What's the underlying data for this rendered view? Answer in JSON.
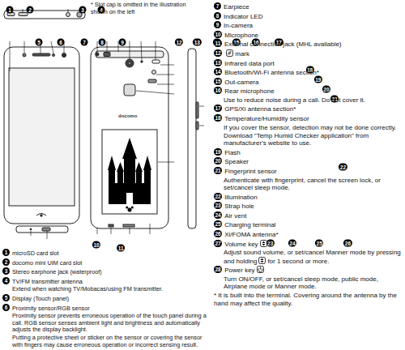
{
  "diagram": {
    "labels": [
      "* Slot cap is omitted in the illustration shown on the left",
      "1",
      "2",
      "3",
      "4",
      "5",
      "6",
      "7",
      "8",
      "9",
      "10",
      "11",
      "12",
      "13",
      "14",
      "15",
      "16",
      "17",
      "18",
      "19",
      "20",
      "21",
      "22",
      "23",
      "24",
      "25",
      "26",
      "27",
      "28",
      "1",
      "microSD card slot",
      "2",
      "docomo mini UIM card slot",
      "3",
      "Stereo earphone jack (waterproof)",
      "4",
      "TV/FM transmitter antenna",
      "Extend when watching TV/Mobacas/using FM transmitter.",
      "5",
      "Display (Touch panel)",
      "6",
      "Proximity sensor/RGB sensor",
      "Proximity sensor prevents erroneous operation of the touch panel during a call. RGB sensor senses ambient light and brightness and automatically adjusts the display backlight.",
      "Putting a protective sheet or sticker on the sensor or covering the sensor with fingers may cause erroneous operation or incorrect sensing result.",
      "7",
      "Earpiece",
      "8",
      "Indicator LED",
      "9",
      "In-camera",
      "10",
      "Microphone",
      "11",
      "External connection jack (MHL available)",
      "12",
      "mark",
      "13",
      "Infrared data port",
      "14",
      "Bluetooth/Wi-Fi antenna section*",
      "15",
      "Out-camera",
      "16",
      "Rear microphone",
      "Use to reduce noise during a call. Do not cover it.",
      "17",
      "GPS/Xi antenna section*",
      "18",
      "Temperature/Humidity sensor",
      "If you cover the sensor, detection may not be done correctly.",
      "Download \"Temp Humid Checker application\" from manufacturer's website to use.",
      "19",
      "Flash",
      "20",
      "Speaker",
      "21",
      "Fingerprint sensor",
      "Authenticate with fingerprint, cancel the screen lock, or set/cancel sleep mode.",
      "22",
      "Illumination",
      "23",
      "Strap hole",
      "24",
      "Air vent",
      "25",
      "Charging terminal",
      "26",
      "Xi/FOMA antenna*",
      "27",
      "Volume key",
      "Adjust sound volume, or set/cancel Manner mode by pressing and holding",
      "for 1 second or more.",
      "28",
      "Power key",
      "Turn ON/OFF, or set/cancel sleep mode, public mode, Airplane mode or Manner mode.",
      "* It is built into the terminal. Covering around the antenna by the hand may affect the quality.",
      "docomo"
    ]
  }
}
